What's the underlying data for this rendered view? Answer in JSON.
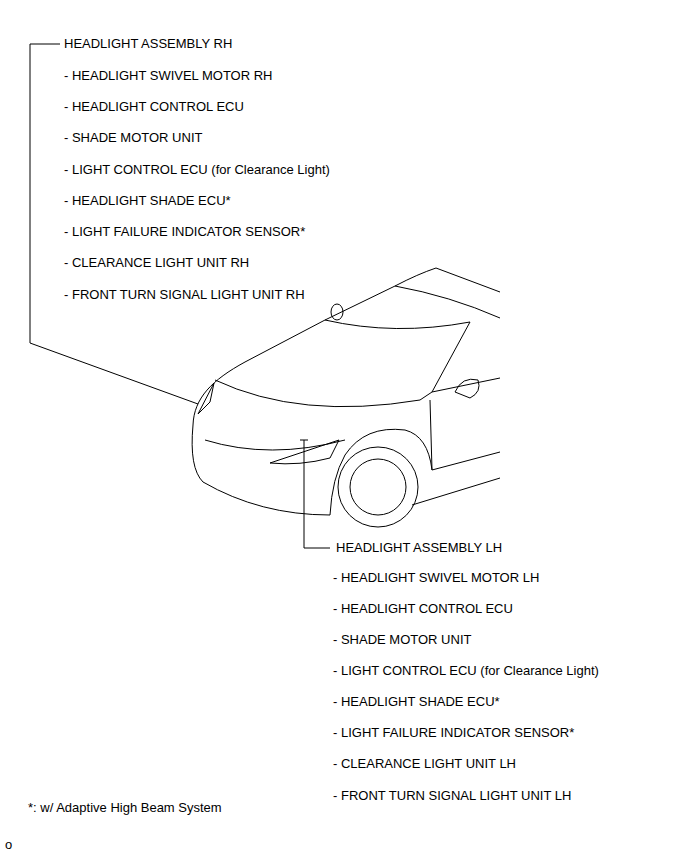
{
  "diagram": {
    "labels": [
      "HEADLIGHT ASSEMBLY RH",
      "- HEADLIGHT SWIVEL MOTOR RH",
      "- HEADLIGHT CONTROL ECU",
      "- SHADE MOTOR UNIT",
      "- LIGHT CONTROL ECU (for Clearance Light)",
      "- HEADLIGHT SHADE ECU*",
      "- LIGHT FAILURE INDICATOR SENSOR*",
      "- CLEARANCE LIGHT UNIT RH",
      "- FRONT TURN SIGNAL LIGHT UNIT RH",
      "HEADLIGHT ASSEMBLY LH",
      "- HEADLIGHT SWIVEL MOTOR LH",
      "- HEADLIGHT CONTROL ECU",
      "- SHADE MOTOR UNIT",
      "- LIGHT CONTROL ECU (for Clearance Light)",
      "- HEADLIGHT SHADE ECU*",
      "- LIGHT FAILURE INDICATOR SENSOR*",
      "- CLEARANCE LIGHT UNIT LH",
      "- FRONT TURN SIGNAL LIGHT UNIT LH",
      "*: w/ Adaptive High Beam System",
      "o"
    ]
  }
}
